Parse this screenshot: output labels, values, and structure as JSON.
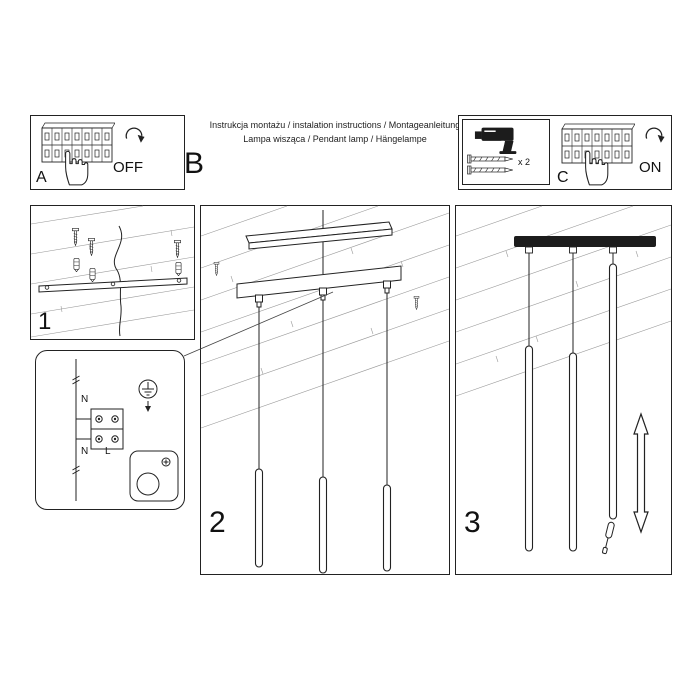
{
  "header": {
    "line1": "Instrukcja montażu / instalation instructions / Montageanleitung",
    "line2": "Lampa wisząca / Pendant lamp / Hängelampe"
  },
  "sections": {
    "a": "A",
    "b": "B",
    "c": "C"
  },
  "switch_states": {
    "off": "OFF",
    "on": "ON"
  },
  "hardware": {
    "screws_qty": "x 2"
  },
  "steps": {
    "s1": "1",
    "s2": "2",
    "s3": "3"
  },
  "wiring_labels": {
    "n_top": "N",
    "n_bottom": "N",
    "l": "L"
  },
  "colors": {
    "line": "#222222",
    "background": "#ffffff",
    "border": "#000000"
  }
}
